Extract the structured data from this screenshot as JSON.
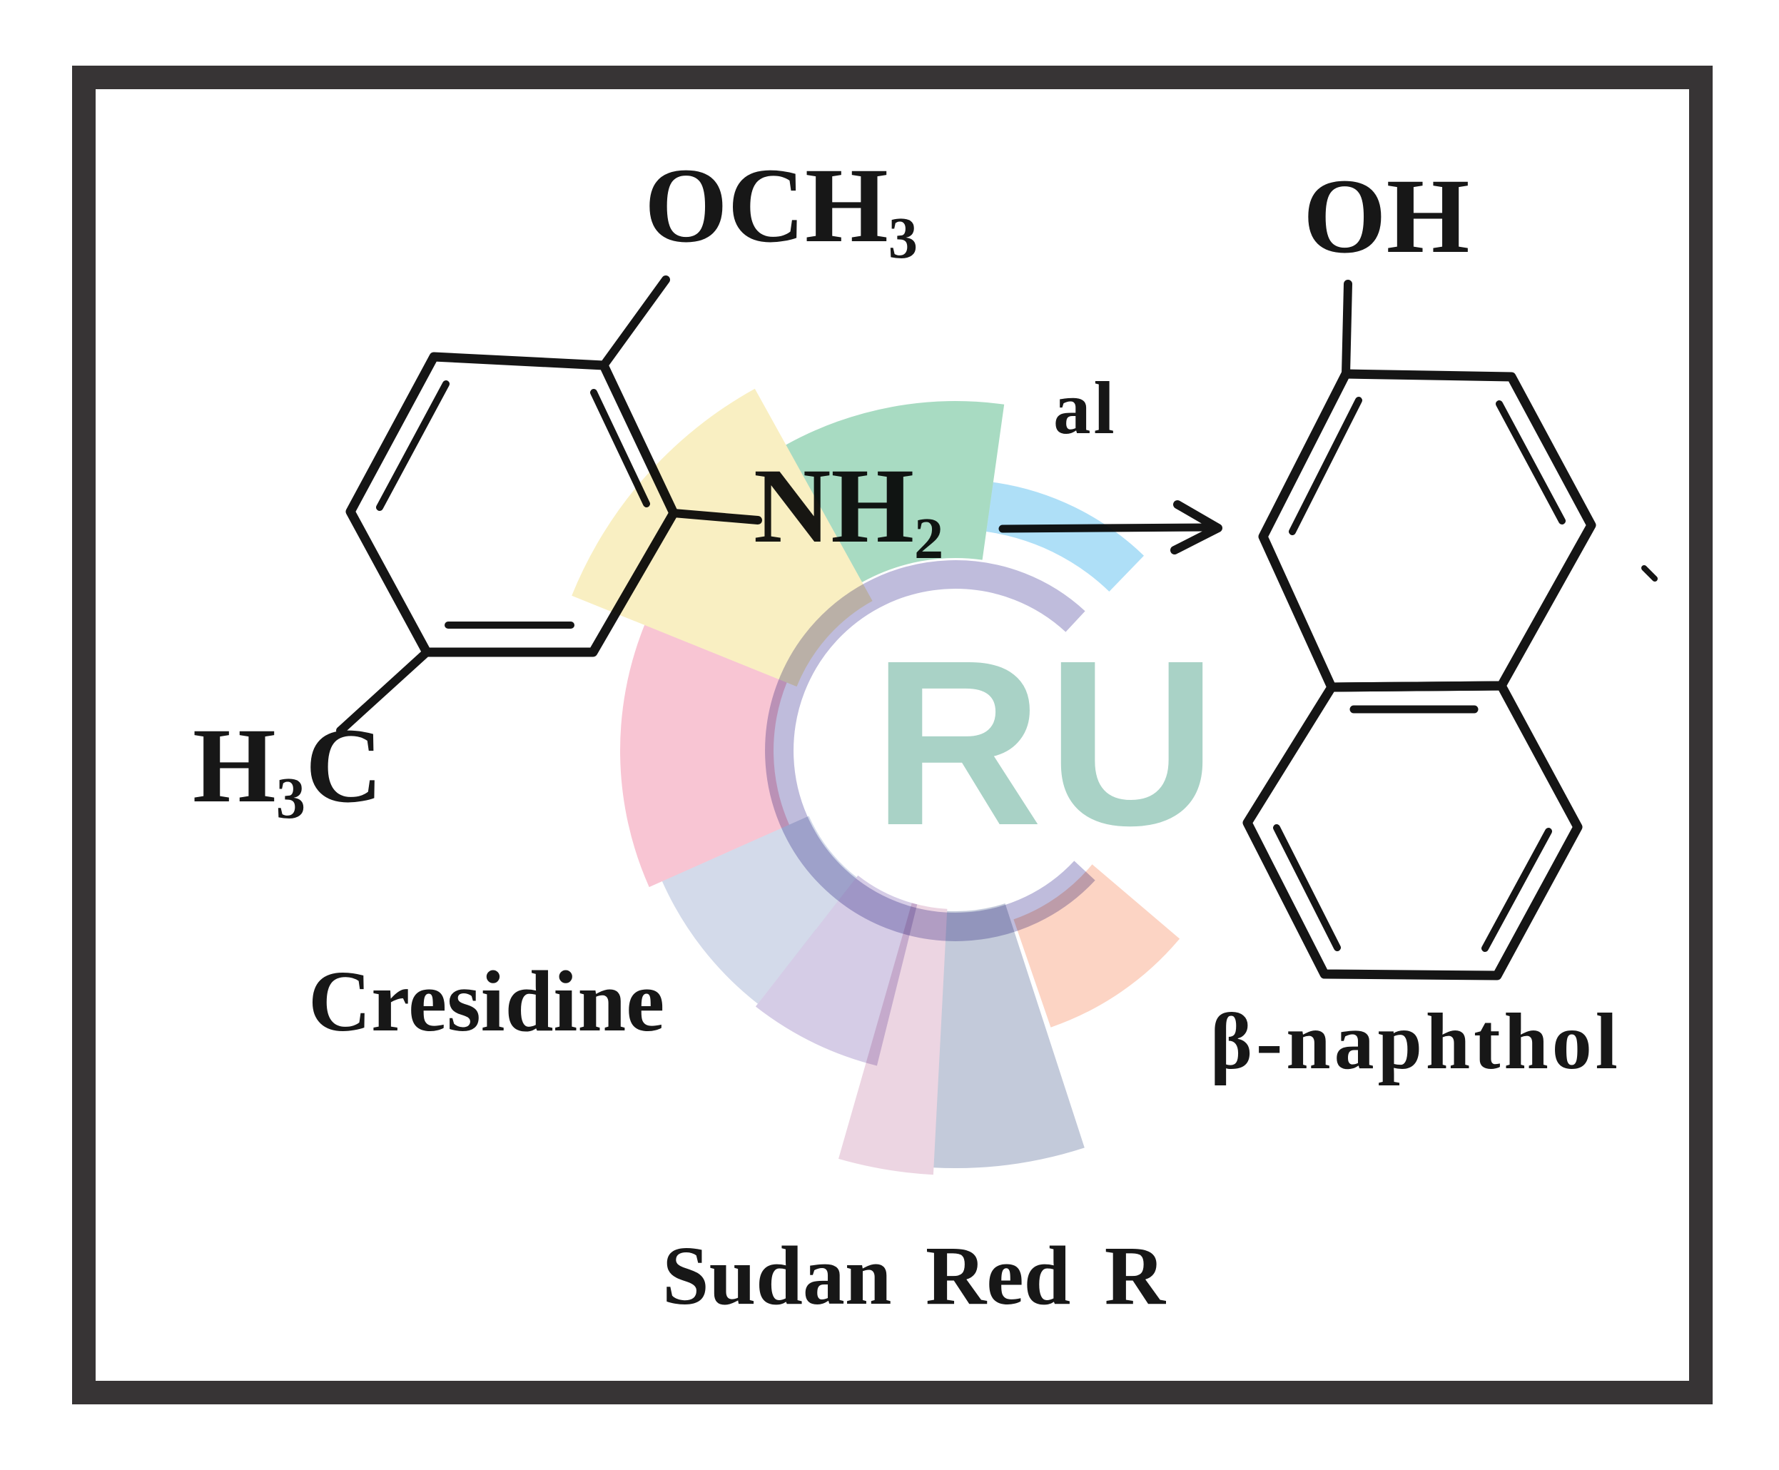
{
  "diagram": {
    "title": "Sudan Red R",
    "arrow_label": "al",
    "reactant": {
      "name": "Cresidine",
      "methoxy_main": "OCH",
      "methoxy_sub": "3",
      "amino_main": "NH",
      "amino_sub": "2",
      "methyl_h": "H",
      "methyl_sub": "3",
      "methyl_c": "C"
    },
    "product": {
      "name": "β-naphthol",
      "hydroxyl": "OH"
    }
  },
  "watermark": {
    "letters": "RU",
    "colors": {
      "ring": "#bfbcdc",
      "letters": "#a9d2c6",
      "petal_yellow": "#f9efc2",
      "petal_green": "#a8dbc2",
      "petal_blue": "#aedff7",
      "petal_pink": "#f8c5d3",
      "petal_periwinkle": "#d3daea",
      "petal_violet": "#d5cce6",
      "petal_pale_pink": "#ecd5e2",
      "petal_gray_blue": "#c3cada",
      "petal_salmon": "#fcd4c4"
    }
  },
  "frame": {
    "border_color": "#373435"
  }
}
